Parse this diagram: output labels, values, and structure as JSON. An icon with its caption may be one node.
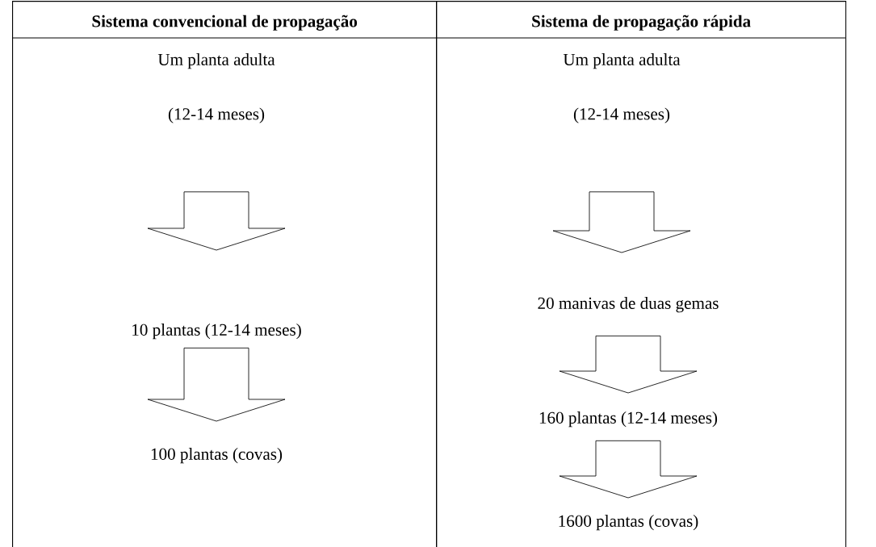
{
  "diagram": {
    "nodes": [
      {
        "text": [
          "Sistema convencional de propagação"
        ]
      },
      {
        "text": [
          "Um planta adulta",
          "(12-14 meses)"
        ],
        "in": 0
      },
      {
        "text": [
          "10 plantas (12-14 meses)"
        ],
        "in": 0
      },
      {
        "text": [
          "100 plantas (covas)"
        ],
        "in": 0
      },
      {
        "text": [
          "Sistema de propagação rápida"
        ]
      },
      {
        "text": [
          "Um planta adulta",
          "(12-14 meses)"
        ],
        "in": 4
      },
      {
        "text": [
          "20 manivas de duas gemas"
        ],
        "in": 4
      },
      {
        "text": [
          "160 plantas (12-14 meses)"
        ],
        "in": 4
      },
      {
        "text": [
          "1600 plantas (covas)"
        ],
        "in": 4
      }
    ],
    "edges": [
      {
        "from": 1,
        "to": 2,
        "arrow": "to"
      },
      {
        "from": 2,
        "to": 3,
        "arrow": "to"
      },
      {
        "from": 5,
        "to": 6,
        "arrow": "to"
      },
      {
        "from": 6,
        "to": 7,
        "arrow": "to"
      },
      {
        "from": 7,
        "to": 8,
        "arrow": "to"
      }
    ]
  }
}
